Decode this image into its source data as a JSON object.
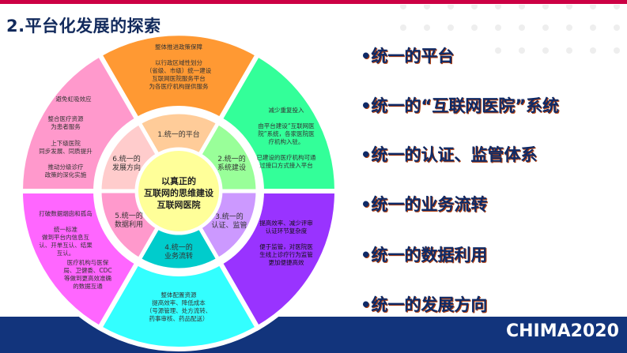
{
  "header": {
    "title": "2.平台化发展的探索",
    "accent_color": "#cc0044"
  },
  "diagram": {
    "center": {
      "lines": [
        "以真正的",
        "互联网的思维建设",
        "互联网医院"
      ],
      "color": "#ffff99"
    },
    "inner_ring": [
      {
        "label_lines": [
          "1.统一的平台"
        ],
        "color": "#ffcc99"
      },
      {
        "label_lines": [
          "2.统一的",
          "系统建设"
        ],
        "color": "#99ff99"
      },
      {
        "label_lines": [
          "3.统一的",
          "认证、监管"
        ],
        "color": "#cc99ff"
      },
      {
        "label_lines": [
          "4.统一的",
          "业务流转"
        ],
        "color": "#00cccc"
      },
      {
        "label_lines": [
          "5.统一的",
          "数据利用"
        ],
        "color": "#ff99cc"
      },
      {
        "label_lines": [
          "6.统一的",
          "发展方向"
        ],
        "color": "#ffcccc"
      }
    ],
    "outer_ring": [
      {
        "name": "platform",
        "color": "#ff9933",
        "lines": [
          "整体推进政策保障",
          "",
          "以行政区域性划分",
          "（省级、市级）统一建设",
          "互联网医院服务平台",
          "为各医疗机构提供服务"
        ]
      },
      {
        "name": "system",
        "color": "#33ff99",
        "lines": [
          "减少重复投入",
          "",
          "由平台建设“互联网医",
          "院”系统，各家医院医",
          "疗机构入驻。",
          "",
          "已建设的医疗机构可通",
          "过接口方式接入平台"
        ]
      },
      {
        "name": "certification",
        "color": "#9933ff",
        "lines": [
          "提高效率、减少评审",
          "认证环节复杂度",
          "",
          "便于监管，对医院医",
          "生线上诊疗行为监管",
          "更加便捷高效"
        ]
      },
      {
        "name": "business",
        "color": "#33ffff",
        "lines": [
          "整体配置资源",
          "提高效率、降低成本",
          "（号源管理、处方流转、",
          "药事审核、药品配送）"
        ]
      },
      {
        "name": "data",
        "color": "#ff66ff",
        "lines": [
          "打破数据烟囱和孤岛",
          "",
          "统一标准",
          "做到平台内信息互",
          "认、开单互认、结果",
          "互认。",
          "医疗机构与医保",
          "局、卫健委、CDC",
          "等做到更高效准确",
          "的数据互通"
        ]
      },
      {
        "name": "direction",
        "color": "#ff99cc",
        "lines": [
          "避免虹吸效应",
          "",
          "整合医疗资源",
          "为患者服务",
          "",
          "上下级医院",
          "同步发展、同质提升",
          "",
          "推动分级诊疗",
          "政策的深化实施"
        ]
      }
    ]
  },
  "bullets": [
    "•统一的平台",
    "•统一的“互联网医院”系统",
    "•统一的认证、监管体系",
    "•统一的业务流转",
    "•统一的数据利用",
    "•统一的发展方向"
  ],
  "footer": {
    "logo": "CHIMA2020",
    "band_color": "#12347c"
  }
}
